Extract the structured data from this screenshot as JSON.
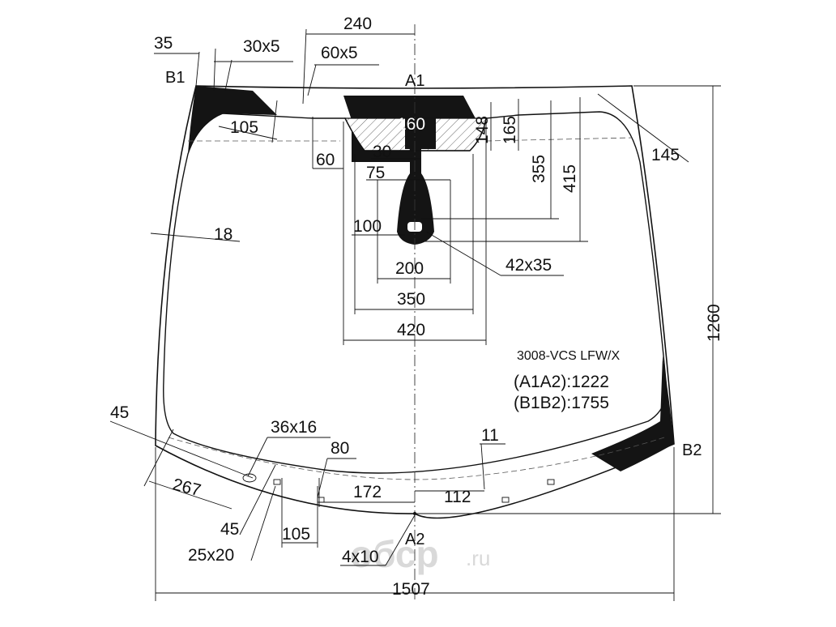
{
  "model_code": "3008-VCS LFW/X",
  "info": {
    "a1a2": "(A1A2):1222",
    "b1b2": "(B1B2):1755"
  },
  "points": {
    "a1": "A1",
    "a2": "A2",
    "b1": "B1",
    "b2": "B2"
  },
  "dimensions": {
    "d240": "240",
    "d35": "35",
    "d30x5": "30x5",
    "d60x5": "60x5",
    "d105_top": "105",
    "d160": "160",
    "d148": "148",
    "d165": "165",
    "d145": "145",
    "d60": "60",
    "d30": "30",
    "d75": "75",
    "d355": "355",
    "d415": "415",
    "d18": "18",
    "d100": "100",
    "d200": "200",
    "d42x35": "42x35",
    "d350": "350",
    "d420": "420",
    "d1260": "1260",
    "d45_left": "45",
    "d36x16": "36x16",
    "d80": "80",
    "d11": "11",
    "d267": "267",
    "d172": "172",
    "d112": "112",
    "d45_bottom": "45",
    "d105_bottom": "105",
    "d25x20": "25x20",
    "d4x10": "4x10",
    "d1507": "1507"
  },
  "watermark": {
    "brand": "обср",
    "tld": ".ru"
  }
}
